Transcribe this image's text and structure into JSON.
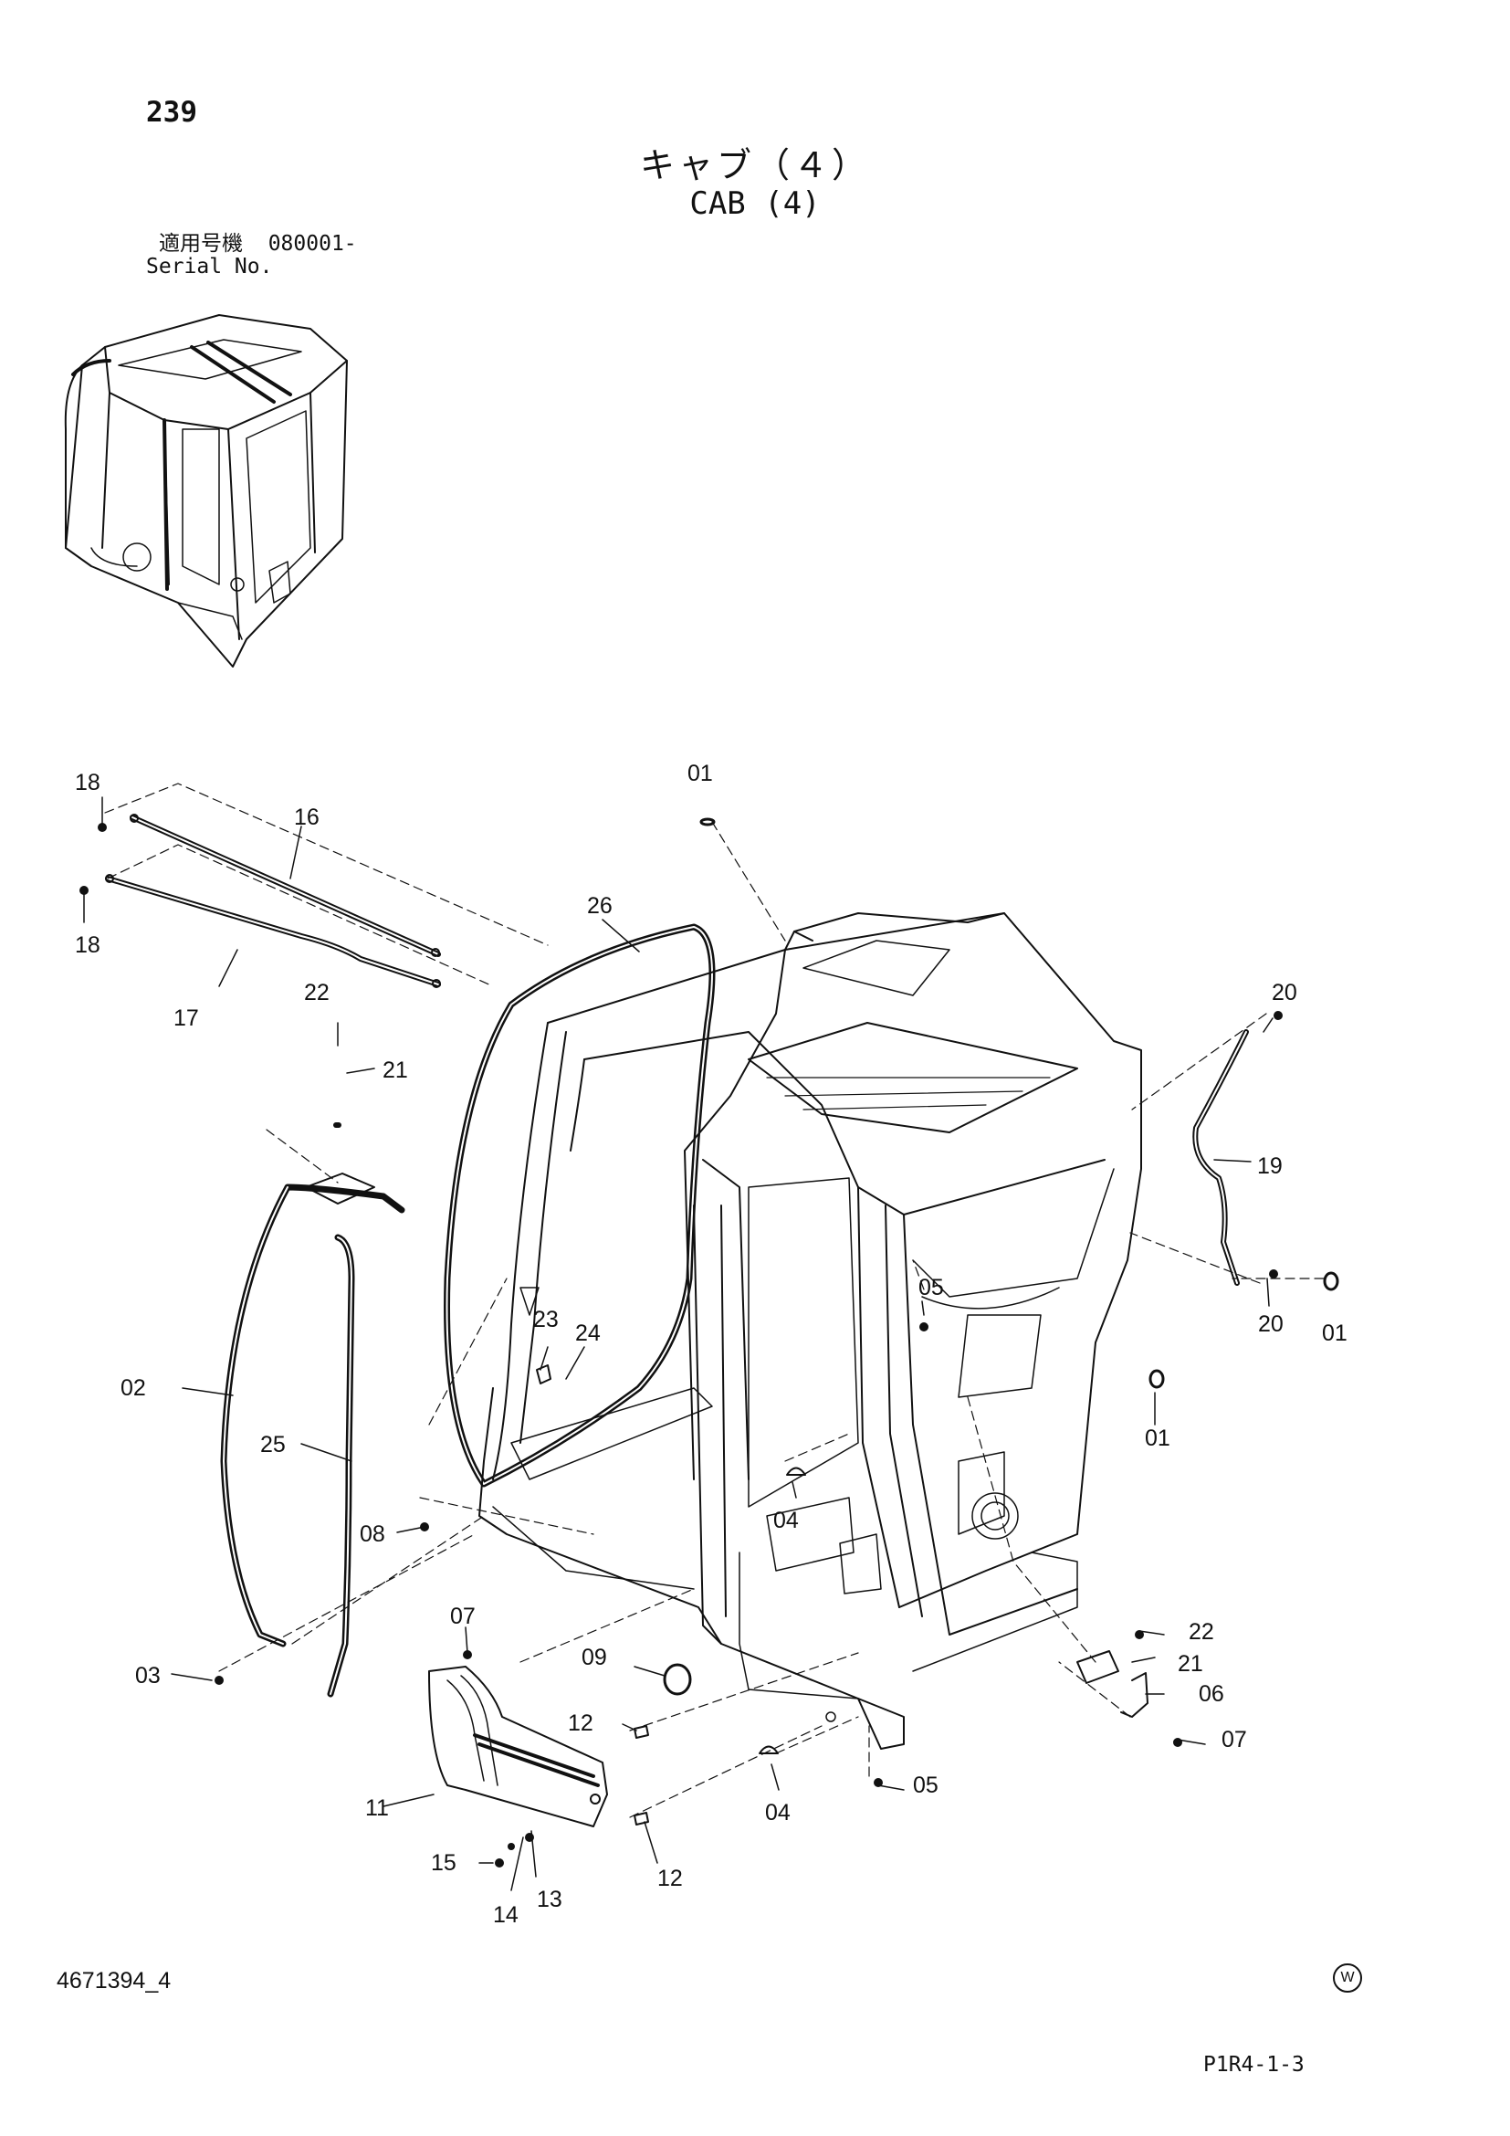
{
  "header": {
    "page_number": "239",
    "title_jp": "キャブ（４）",
    "title_en": "CAB (4)",
    "serial_label_jp": "適用号機",
    "serial_value": "080001-",
    "serial_label_en": "Serial No."
  },
  "footer": {
    "doc_code": "4671394_4",
    "mark": "W",
    "page_ref": "P1R4-1-3"
  },
  "callouts": [
    {
      "id": "c-01-top",
      "text": "01"
    },
    {
      "id": "c-18-a",
      "text": "18"
    },
    {
      "id": "c-16",
      "text": "16"
    },
    {
      "id": "c-18-b",
      "text": "18"
    },
    {
      "id": "c-17",
      "text": "17"
    },
    {
      "id": "c-26",
      "text": "26"
    },
    {
      "id": "c-22-a",
      "text": "22"
    },
    {
      "id": "c-21-a",
      "text": "21"
    },
    {
      "id": "c-20-a",
      "text": "20"
    },
    {
      "id": "c-19",
      "text": "19"
    },
    {
      "id": "c-20-b",
      "text": "20"
    },
    {
      "id": "c-01-b",
      "text": "01"
    },
    {
      "id": "c-05-a",
      "text": "05"
    },
    {
      "id": "c-23",
      "text": "23"
    },
    {
      "id": "c-24",
      "text": "24"
    },
    {
      "id": "c-02",
      "text": "02"
    },
    {
      "id": "c-25",
      "text": "25"
    },
    {
      "id": "c-01-c",
      "text": "01"
    },
    {
      "id": "c-04-a",
      "text": "04"
    },
    {
      "id": "c-08",
      "text": "08"
    },
    {
      "id": "c-07-a",
      "text": "07"
    },
    {
      "id": "c-03",
      "text": "03"
    },
    {
      "id": "c-09",
      "text": "09"
    },
    {
      "id": "c-22-b",
      "text": "22"
    },
    {
      "id": "c-21-b",
      "text": "21"
    },
    {
      "id": "c-06",
      "text": "06"
    },
    {
      "id": "c-07-b",
      "text": "07"
    },
    {
      "id": "c-12-a",
      "text": "12"
    },
    {
      "id": "c-11",
      "text": "11"
    },
    {
      "id": "c-04-b",
      "text": "04"
    },
    {
      "id": "c-05-b",
      "text": "05"
    },
    {
      "id": "c-15",
      "text": "15"
    },
    {
      "id": "c-13",
      "text": "13"
    },
    {
      "id": "c-14",
      "text": "14"
    },
    {
      "id": "c-12-b",
      "text": "12"
    }
  ]
}
